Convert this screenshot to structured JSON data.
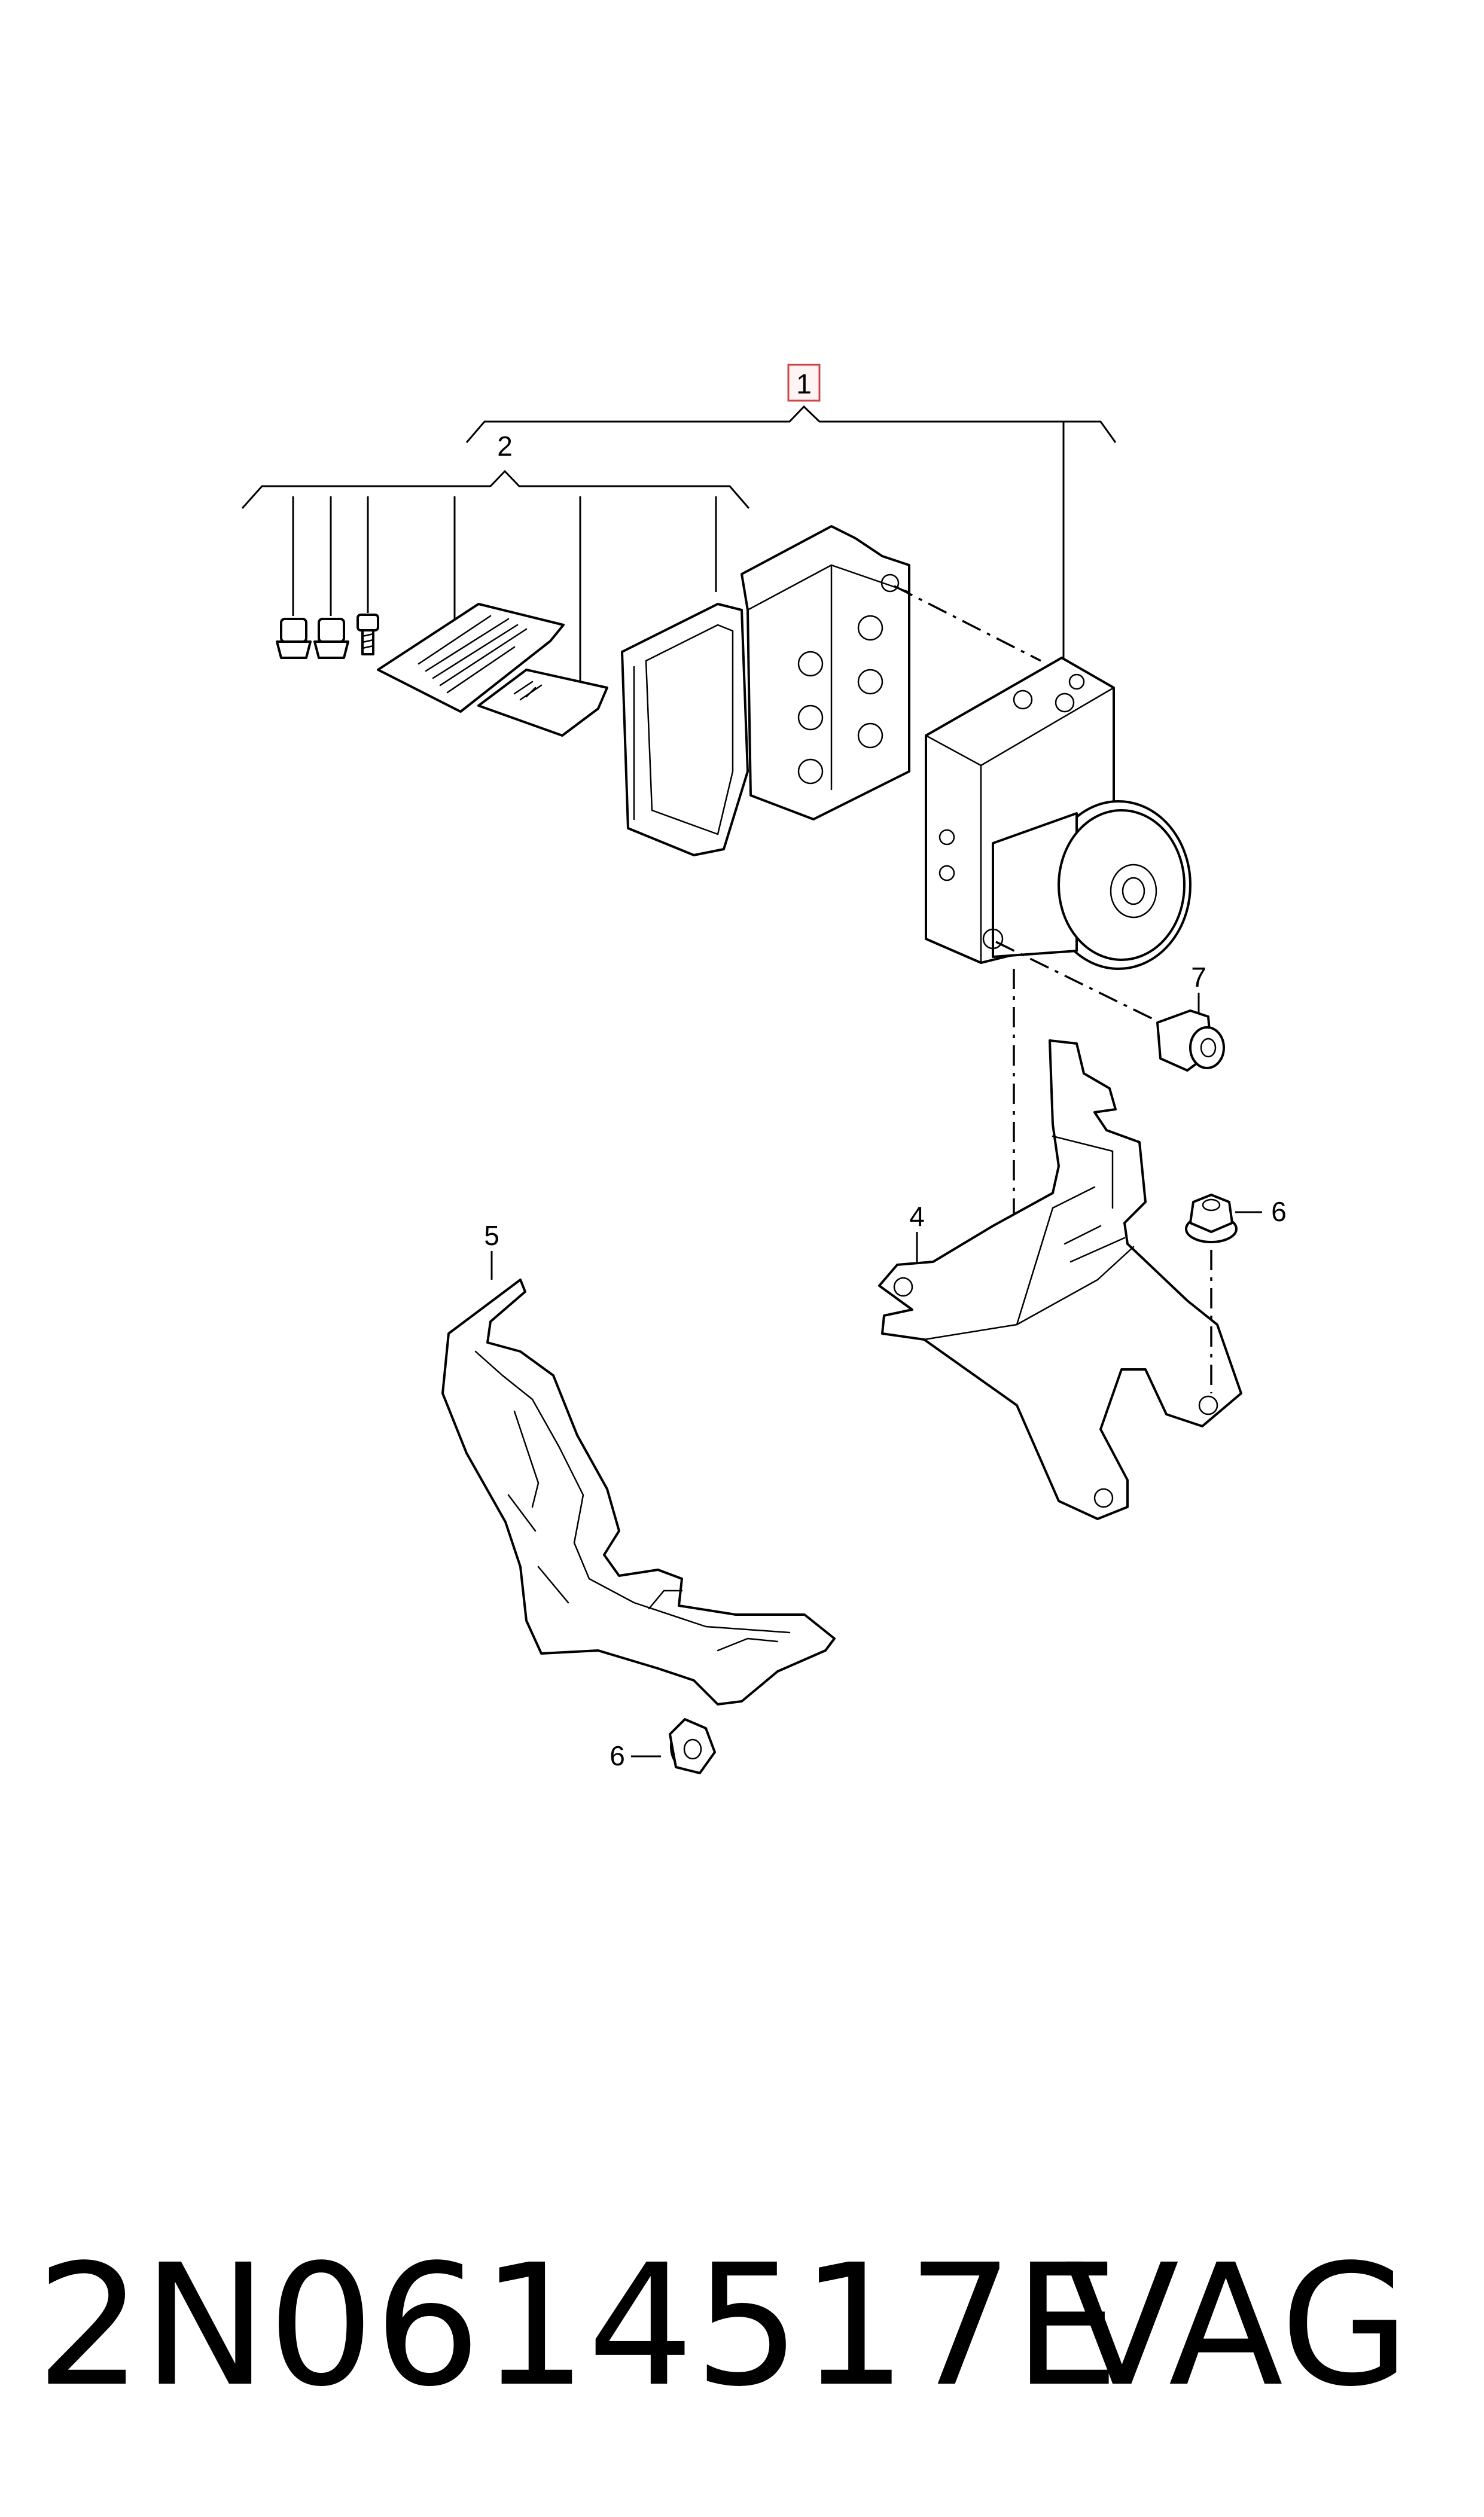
{
  "callouts": {
    "c1": "1",
    "c2": "2",
    "c4": "4",
    "c5": "5",
    "c6a": "6",
    "c6b": "6",
    "c7": "7"
  },
  "caption": {
    "part_number": "2N0614517E",
    "brand": "VAG"
  },
  "colors": {
    "highlight_box_border": "#d04545",
    "highlight_box_fill": "#fff4f4",
    "line": "#000000"
  }
}
